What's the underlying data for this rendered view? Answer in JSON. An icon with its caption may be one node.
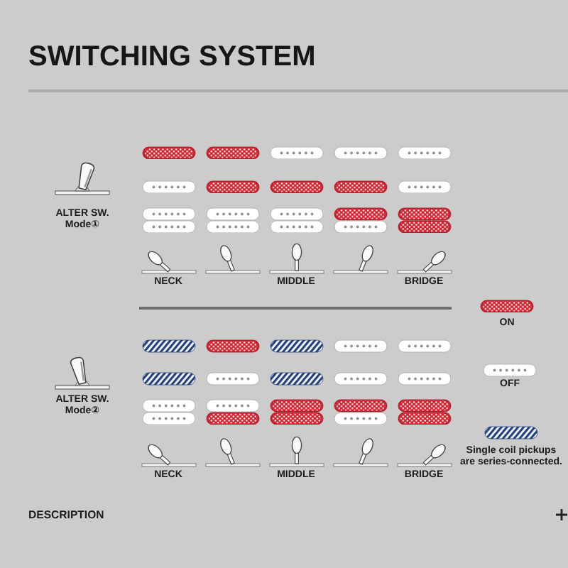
{
  "diagram": {
    "title": "SWITCHING SYSTEM",
    "labels": [
      "ALTER SW. Mode①",
      "NECK",
      "MIDDLE",
      "BRIDGE",
      "ALTER SW. Mode②",
      "NECK",
      "MIDDLE",
      "BRIDGE",
      "DESCRIPTION"
    ],
    "legend": [
      {
        "text": "ON",
        "color": "#d0202e"
      },
      {
        "text": "OFF",
        "color": "#ffffff"
      },
      {
        "text": "Single coil pickups are series-connected."
      }
    ]
  }
}
